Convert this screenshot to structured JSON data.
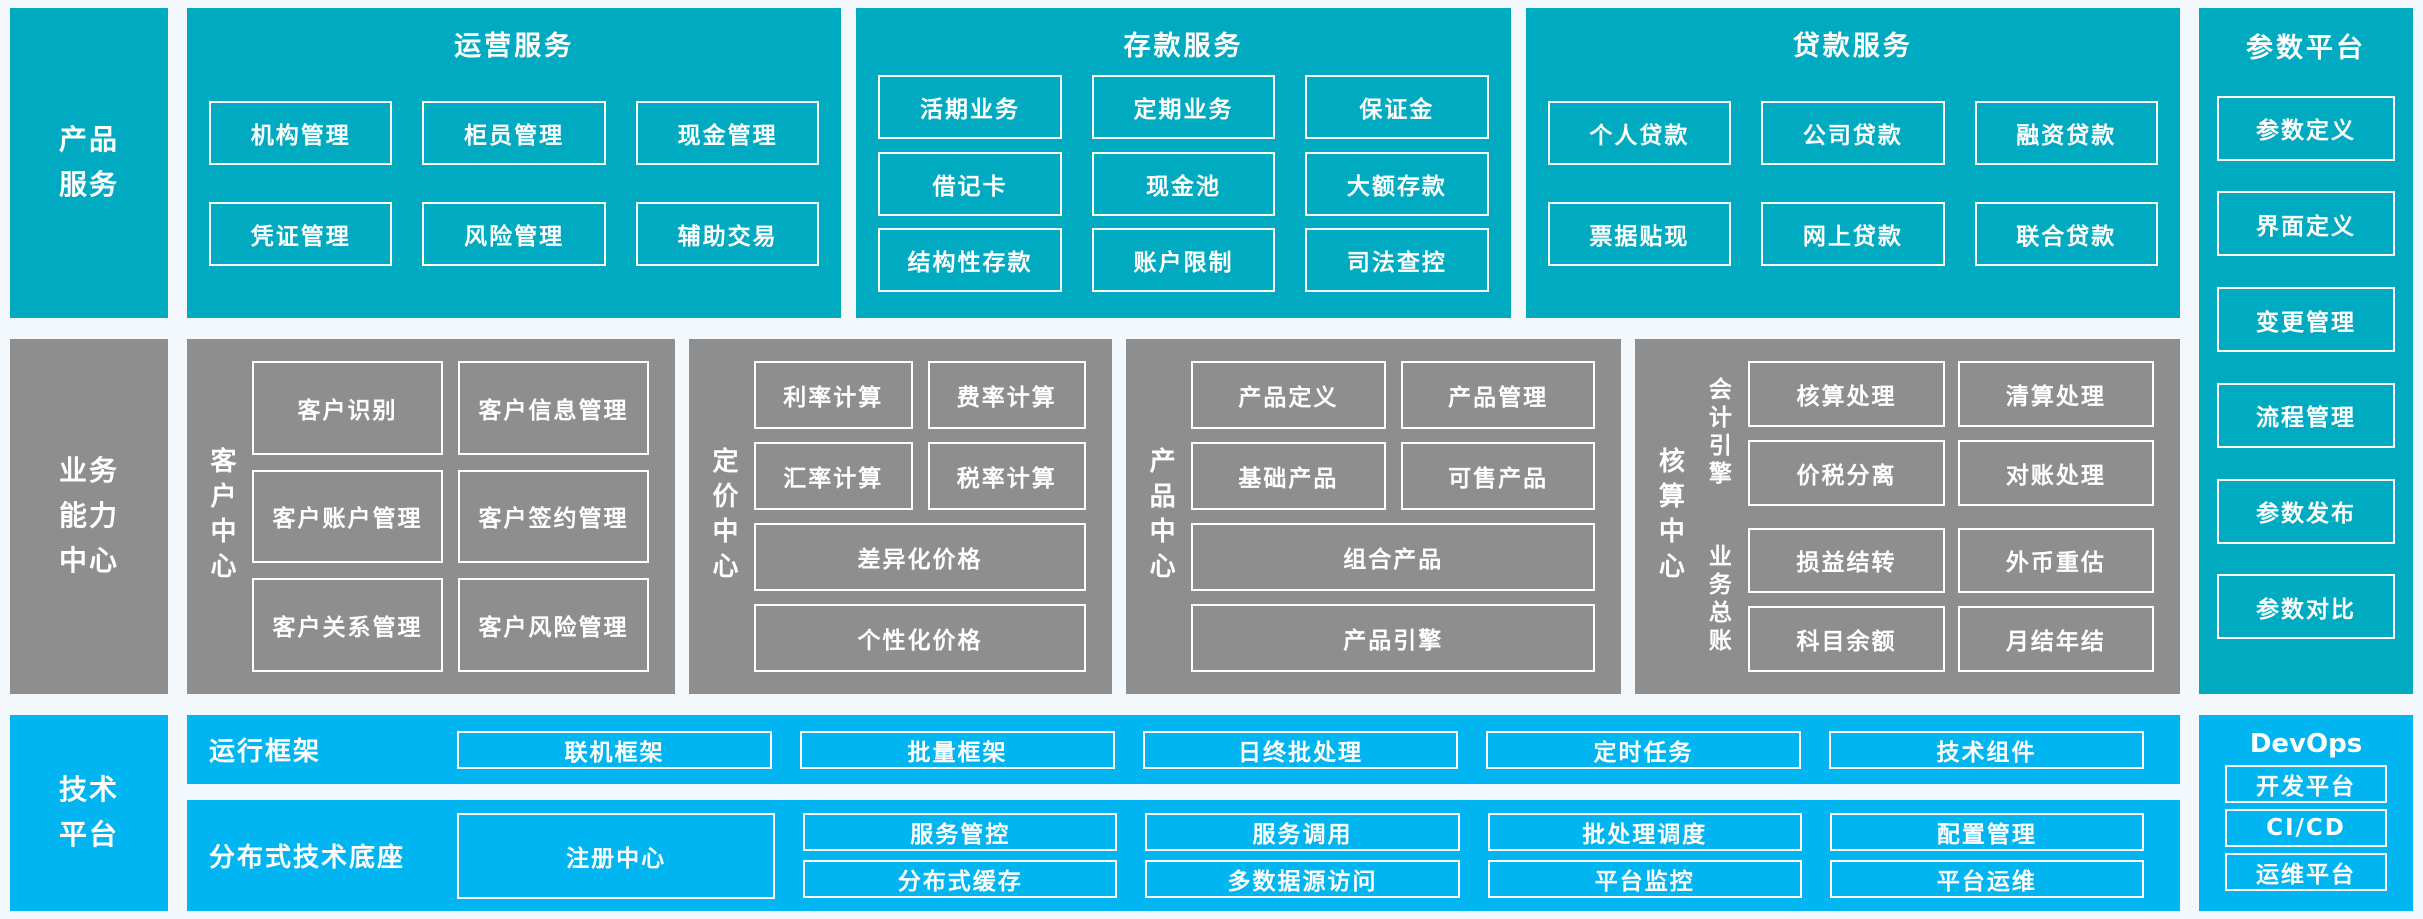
{
  "colors": {
    "teal": "#00abc1",
    "gray": "#8e8e8e",
    "blue": "#00b5f0",
    "background": "#f2f8fc",
    "text": "#ffffff"
  },
  "sidebar": {
    "product_services": "产品\n服务",
    "business_capability": "业务\n能力\n中心",
    "tech_platform": "技术\n平台"
  },
  "top_panels": [
    {
      "title": "运营服务",
      "rows": [
        [
          "机构管理",
          "柜员管理",
          "现金管理"
        ],
        [
          "凭证管理",
          "风险管理",
          "辅助交易"
        ]
      ]
    },
    {
      "title": "存款服务",
      "rows": [
        [
          "活期业务",
          "定期业务",
          "保证金"
        ],
        [
          "借记卡",
          "现金池",
          "大额存款"
        ],
        [
          "结构性存款",
          "账户限制",
          "司法查控"
        ]
      ]
    },
    {
      "title": "贷款服务",
      "rows": [
        [
          "个人贷款",
          "公司贷款",
          "融资贷款"
        ],
        [
          "票据贴现",
          "网上贷款",
          "联合贷款"
        ]
      ]
    }
  ],
  "param_platform": {
    "title": "参数平台",
    "items": [
      "参数定义",
      "界面定义",
      "变更管理",
      "流程管理",
      "参数发布",
      "参数对比"
    ]
  },
  "centers": [
    {
      "label": "客户中心",
      "boxes": [
        "客户识别",
        "客户信息管理",
        "客户账户管理",
        "客户签约管理",
        "客户关系管理",
        "客户风险管理"
      ]
    },
    {
      "label": "定价中心",
      "boxes": [
        "利率计算",
        "费率计算",
        "汇率计算",
        "税率计算"
      ],
      "full": [
        "差异化价格",
        "个性化价格"
      ]
    },
    {
      "label": "产品中心",
      "boxes": [
        "产品定义",
        "产品管理",
        "基础产品",
        "可售产品"
      ],
      "full": [
        "组合产品",
        "产品引擎"
      ]
    },
    {
      "label": "核算中心",
      "groups": [
        {
          "label": "会计引擎",
          "boxes": [
            "核算处理",
            "清算处理",
            "价税分离",
            "对账处理"
          ]
        },
        {
          "label": "业务总账",
          "boxes": [
            "损益结转",
            "外币重估",
            "科目余额",
            "月结年结"
          ]
        }
      ]
    }
  ],
  "tech": {
    "runtime": {
      "label": "运行框架",
      "boxes": [
        "联机框架",
        "批量框架",
        "日终批处理",
        "定时任务",
        "技术组件"
      ]
    },
    "distributed": {
      "label": "分布式技术底座",
      "registry": "注册中心",
      "columns": [
        [
          "服务管控",
          "分布式缓存"
        ],
        [
          "服务调用",
          "多数据源访问"
        ],
        [
          "批处理调度",
          "平台监控"
        ],
        [
          "配置管理",
          "平台运维"
        ]
      ]
    }
  },
  "devops": {
    "title": "DevOps",
    "items": [
      "开发平台",
      "CI/CD",
      "运维平台"
    ]
  }
}
